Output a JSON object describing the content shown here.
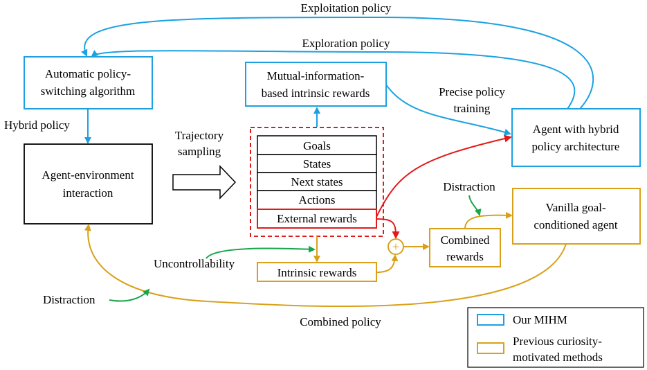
{
  "colors": {
    "blue": "#1ba1e2",
    "orange": "#d9a11a",
    "red": "#e21a1a",
    "green": "#19a54a",
    "black": "#000000"
  },
  "boxes": {
    "policy_switching": [
      "Automatic policy-",
      "switching algorithm"
    ],
    "agent_env": [
      "Agent-environment",
      "interaction"
    ],
    "mi_rewards": [
      "Mutual-information-",
      "based intrinsic rewards"
    ],
    "hybrid_agent": [
      "Agent with hybrid",
      "policy architecture"
    ],
    "vanilla_agent": [
      "Vanilla goal-",
      "conditioned agent"
    ],
    "combined_rewards": [
      "Combined",
      "rewards"
    ],
    "intrinsic_rewards": "Intrinsic rewards"
  },
  "buffer_rows": [
    "Goals",
    "States",
    "Next states",
    "Actions",
    "External rewards"
  ],
  "plus_symbol": "+",
  "labels": {
    "exploitation": "Exploitation policy",
    "exploration": "Exploration policy",
    "hybrid_policy": "Hybrid policy",
    "trajectory": [
      "Trajectory",
      "sampling"
    ],
    "precise": [
      "Precise policy",
      "training"
    ],
    "distraction_right": "Distraction",
    "uncontrollability": "Uncontrollability",
    "distraction_left": "Distraction",
    "combined_policy": "Combined policy"
  },
  "legend": {
    "items": [
      {
        "label": [
          "Our MIHM"
        ],
        "color": "blue"
      },
      {
        "label": [
          "Previous curiosity-",
          "motivated methods"
        ],
        "color": "orange"
      }
    ]
  }
}
